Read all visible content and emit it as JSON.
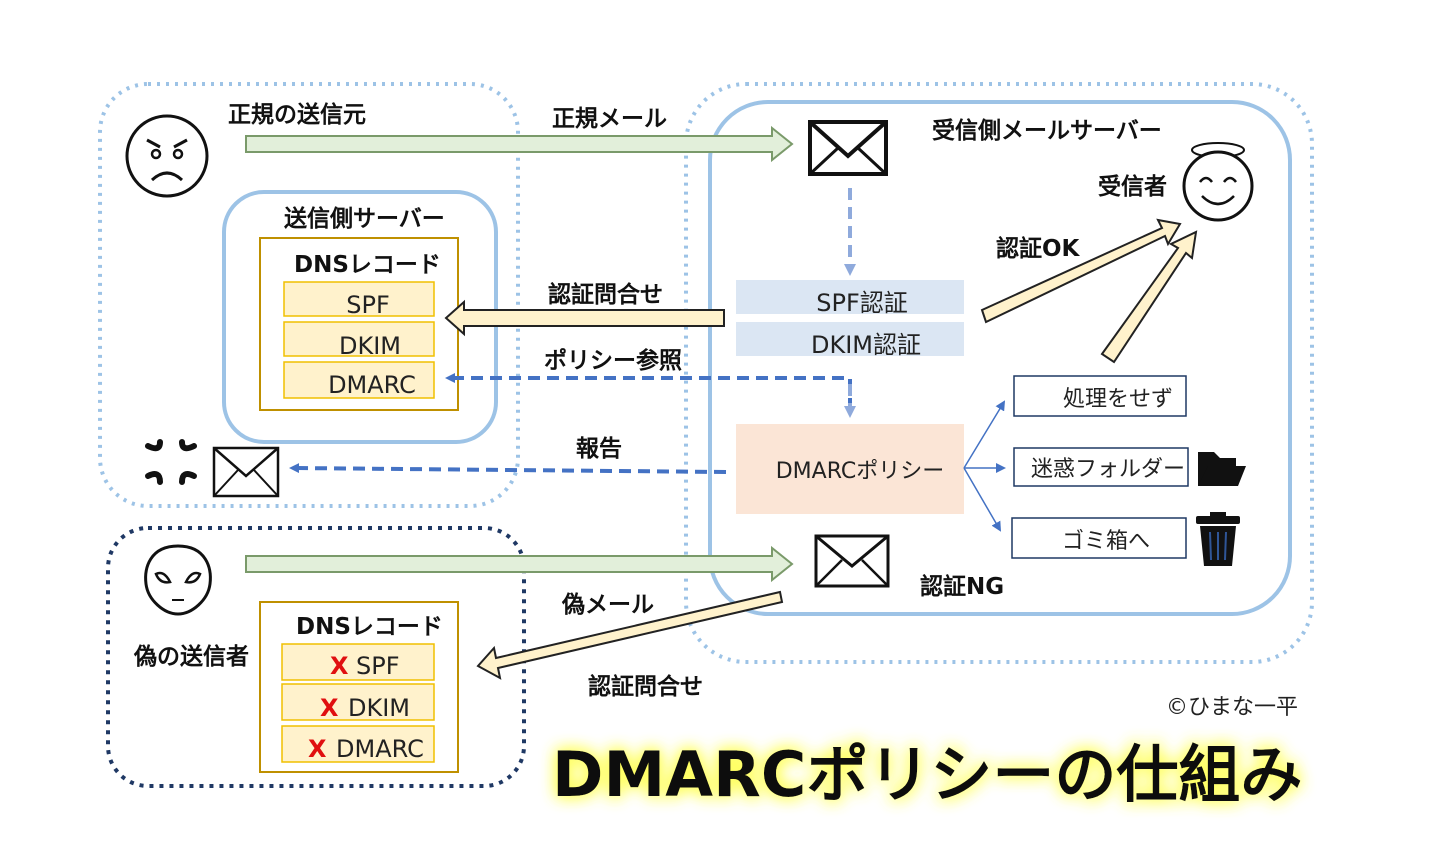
{
  "legit_sender": {
    "label": "正規の送信元",
    "face_icon": "angry-face-icon"
  },
  "legit_mail_label": "正規メール",
  "sending_server": {
    "label": "送信側サーバー",
    "dns_title": "DNSレコード",
    "records": [
      "SPF",
      "DKIM",
      "DMARC"
    ]
  },
  "receiving_server": {
    "label": "受信側メールサーバー"
  },
  "recipient": {
    "label": "受信者",
    "face_icon": "angel-smile-face-icon"
  },
  "auth_ok_label": "認証OK",
  "auth_inquiry_label": "認証問合せ",
  "policy_ref_label": "ポリシー参照",
  "report_label": "報告",
  "spf_auth": "SPF認証",
  "dkim_auth": "DKIM認証",
  "dmarc_policy": "DMARCポリシー",
  "actions": [
    {
      "label": "処理をせず",
      "icon": ""
    },
    {
      "label": "迷惑フォルダー",
      "icon": "folder-icon"
    },
    {
      "label": "ゴミ箱へ",
      "icon": "trash-can-icon"
    }
  ],
  "auth_ng_label": "認証NG",
  "fake_sender": {
    "label": "偽の送信者",
    "face_icon": "alien-face-icon",
    "dns_title": "DNSレコード",
    "x_mark": "X",
    "records": [
      "SPF",
      "DKIM",
      "DMARC"
    ]
  },
  "fake_mail_label": "偽メール",
  "fake_inquiry_label": "認証問合せ",
  "copyright": "©ひまな一平",
  "main_title": "DMARCポリシーの仕組み",
  "colors": {
    "light_blue": "#9dc3e6",
    "dark_navy": "#1f3864",
    "arrow_fill": "#e2efda",
    "cream_arrow": "#fff2cc",
    "dashed_blue": "#4472c4",
    "auth_box": "#dbe6f3",
    "policy_box": "#fbe5d6",
    "record_box": "#fff2cc",
    "record_border": "#bf9000",
    "title_glow": "#ffff66"
  }
}
